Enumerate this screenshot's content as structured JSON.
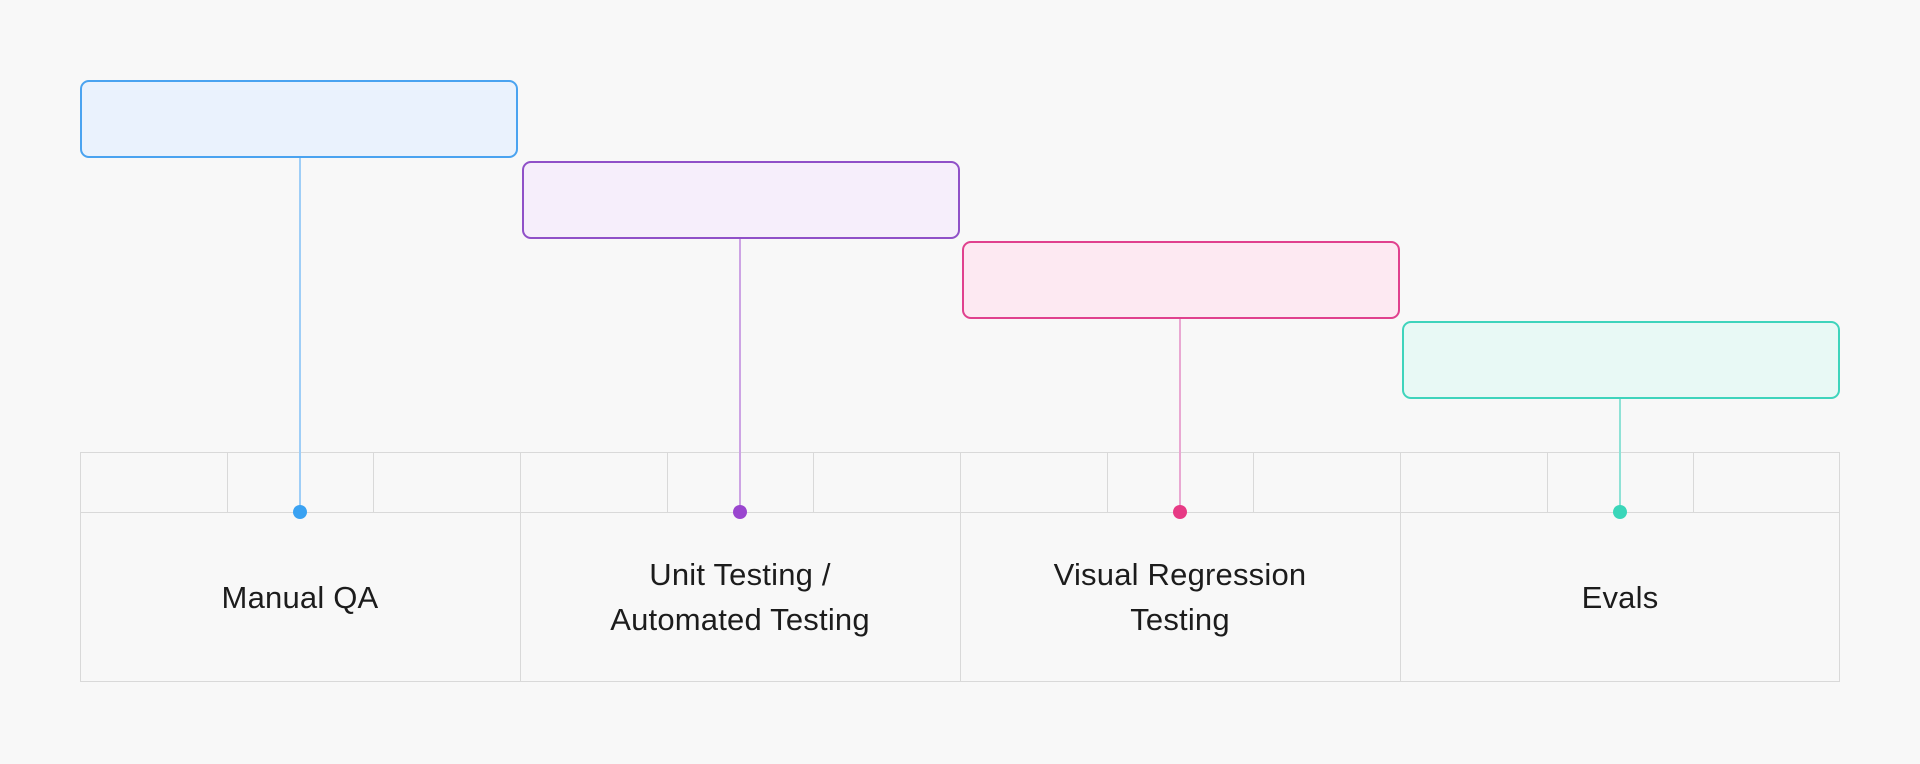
{
  "page": {
    "background": "#f8f8f8",
    "grid_line_color": "#d9d9d9",
    "label_text_color": "#1c1c1c"
  },
  "timeline": {
    "columns": 4,
    "subcells_per_column": 3,
    "phases": [
      {
        "name": "manual-qa",
        "label": "Manual QA",
        "label_lines": [
          "Manual QA"
        ],
        "box_fill": "#eaf2fd",
        "box_border": "#4aa3f0",
        "connector_color": "#9fcef7",
        "dot_color": "#3aa2f2"
      },
      {
        "name": "unit-testing-automated-testing",
        "label": "Unit Testing / Automated Testing",
        "label_lines": [
          "Unit Testing /",
          "Automated Testing"
        ],
        "box_fill": "#f6eefb",
        "box_border": "#9050c8",
        "connector_color": "#cda4e4",
        "dot_color": "#9a46cf"
      },
      {
        "name": "visual-regression-testing",
        "label": "Visual Regression Testing",
        "label_lines": [
          "Visual Regression",
          "Testing"
        ],
        "box_fill": "#fde9f2",
        "box_border": "#e0418e",
        "connector_color": "#e9a8d2",
        "dot_color": "#e73a85"
      },
      {
        "name": "evals",
        "label": "Evals",
        "label_lines": [
          "Evals"
        ],
        "box_fill": "#e8f9f5",
        "box_border": "#3fd4bc",
        "connector_color": "#8fe2d6",
        "dot_color": "#3ad6b9"
      }
    ]
  }
}
